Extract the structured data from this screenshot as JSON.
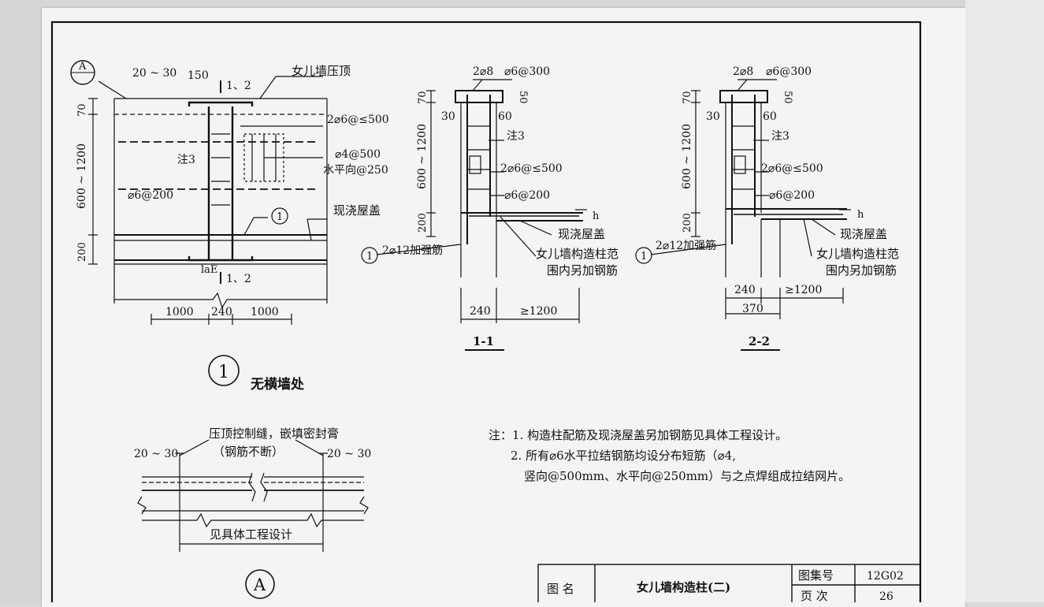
{
  "detail1": {
    "callout_letter": "A",
    "dim_gap": "20 ~ 30",
    "dim_150": "150",
    "section_mark_top": "1、2",
    "section_mark_bottom": "1、2",
    "coping_label": "女儿墙压顶",
    "dim_70": "70",
    "dim_height": "600 ~ 1200",
    "dim_200": "200",
    "rebar_vertical": "2⌀6@≤500",
    "mesh_rebar": "⌀4@500",
    "mesh_horizontal": "水平向@250",
    "note_ref": "注3",
    "tie_rebar": "⌀6@200",
    "item_marker": "1",
    "roof_slab_label": "现浇屋盖",
    "lae_label": "laE",
    "dim_1000_left": "1000",
    "dim_240": "240",
    "dim_1000_right": "1000",
    "title_number": "1",
    "title_text": "无横墙处"
  },
  "section11": {
    "top_rebar": "2⌀8",
    "stirrup": "⌀6@300",
    "dim_70": "70",
    "dim_50": "50",
    "dim_30": "30",
    "dim_60": "60",
    "note_ref": "注3",
    "dim_height": "600 ~ 1200",
    "rebar_vertical": "2⌀6@≤500",
    "tie_rebar": "⌀6@200",
    "dim_200": "200",
    "dim_slab": "h",
    "roof_slab_label": "现浇屋盖",
    "item_marker": "1",
    "strengthen_rebar": "2⌀12加强筋",
    "extra_rebar_line1": "女儿墙构造柱范",
    "extra_rebar_line2": "围内另加钢筋",
    "dim_240": "240",
    "dim_1200": "≥1200",
    "label": "1-1"
  },
  "section22": {
    "top_rebar": "2⌀8",
    "stirrup": "⌀6@300",
    "dim_70": "70",
    "dim_50": "50",
    "dim_30": "30",
    "dim_60": "60",
    "note_ref": "注3",
    "dim_height": "600 ~ 1200",
    "rebar_vertical": "2⌀6@≤500",
    "tie_rebar": "⌀6@200",
    "dim_200": "200",
    "dim_slab": "h",
    "roof_slab_label": "现浇屋盖",
    "item_marker": "1",
    "strengthen_rebar": "2⌀12加强筋",
    "extra_rebar_line1": "女儿墙构造柱范",
    "extra_rebar_line2": "围内另加钢筋",
    "dim_240": "240",
    "dim_1200": "≥1200",
    "dim_370": "370",
    "label": "2-2"
  },
  "detailA": {
    "joint_label": "压顶控制缝，嵌填密封膏",
    "joint_sub": "（钢筋不断）",
    "dim_gap_left": "20 ~ 30",
    "dim_gap_right": "20 ~ 30",
    "spacing_label": "见具体工程设计",
    "title_letter": "A"
  },
  "notes": {
    "line1": "注：1. 构造柱配筋及现浇屋盖另加钢筋见具体工程设计。",
    "line2": "2. 所有⌀6水平拉结钢筋均设分布短筋（⌀4,",
    "line3": "竖向@500mm、水平向@250mm）与之点焊组成拉结网片。"
  },
  "title_block": {
    "name_label": "图  名",
    "drawing_title": "女儿墙构造柱(二)",
    "atlas_label": "图集号",
    "atlas_value": "12G02",
    "page_label": "页  次",
    "page_value": "26"
  }
}
